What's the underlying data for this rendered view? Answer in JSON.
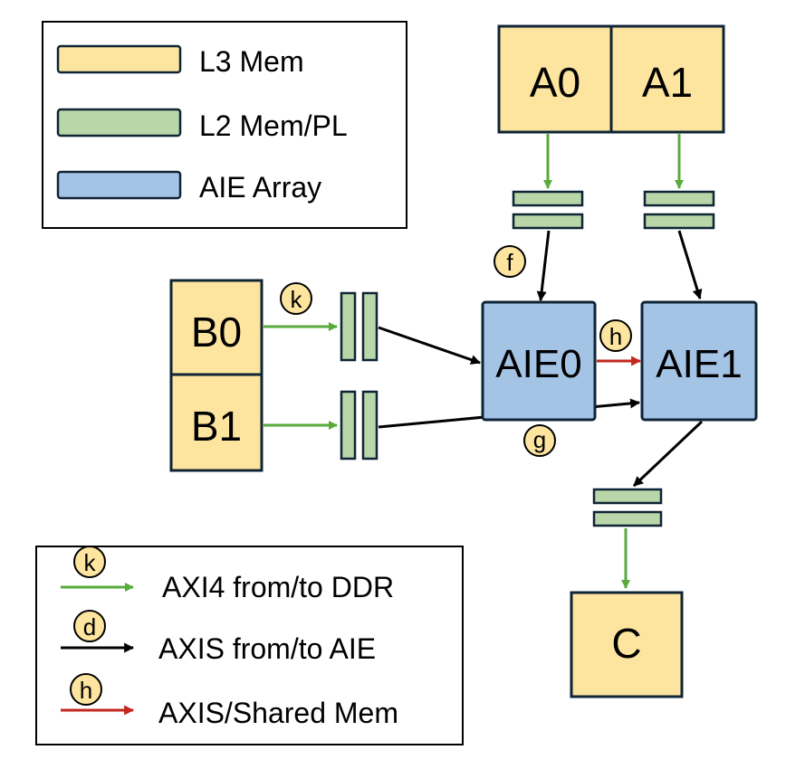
{
  "colors": {
    "l3": "#fde59f",
    "l2": "#b8d6a8",
    "aie": "#a4c4e6",
    "border": "#0f2436",
    "green_arrow": "#58ab3d",
    "black_arrow": "#000000",
    "red_arrow": "#c3271d",
    "badge_fill": "#fde59f"
  },
  "legend_memory": {
    "l3": "L3 Mem",
    "l2": "L2 Mem/PL",
    "aie": "AIE Array"
  },
  "blocks": {
    "a0": "A0",
    "a1": "A1",
    "b0": "B0",
    "b1": "B1",
    "aie0": "AIE0",
    "aie1": "AIE1",
    "c": "C"
  },
  "badges": {
    "f": "f",
    "k": "k",
    "h": "h",
    "g": "g"
  },
  "legend_links": {
    "axi4": {
      "badge": "k",
      "label": "AXI4 from/to DDR"
    },
    "axis": {
      "badge": "d",
      "label": "AXIS from/to AIE"
    },
    "shared": {
      "badge": "h",
      "label": "AXIS/Shared Mem"
    }
  }
}
